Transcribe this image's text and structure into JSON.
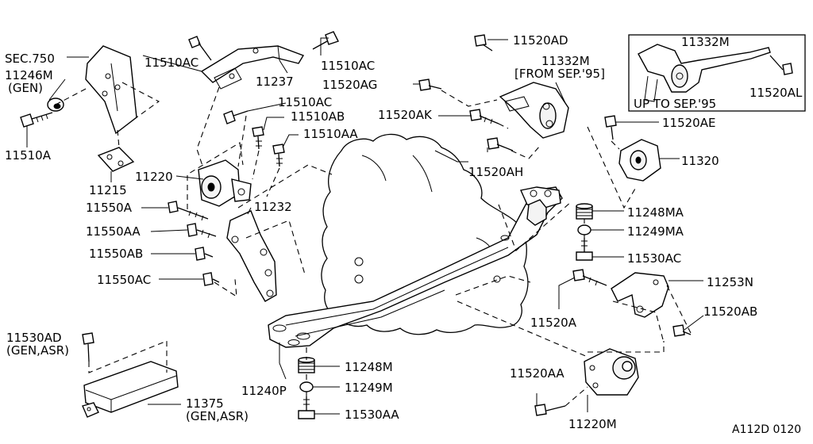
{
  "diagram": {
    "code": "A112D 0120",
    "labels": {
      "sec750": "SEC.750",
      "p11246m": "11246M",
      "gen1": "(GEN)",
      "p11510a": "11510A",
      "p11215": "11215",
      "p11510ac_a": "11510AC",
      "p11237": "11237",
      "p11510ac_b": "11510AC",
      "p11510ac_c": "11510AC",
      "p11510ab": "11510AB",
      "p11510aa": "11510AA",
      "p11220": "11220",
      "p11232": "11232",
      "p11550a": "11550A",
      "p11550aa": "11550AA",
      "p11550ab": "11550AB",
      "p11550ac": "11550AC",
      "p11520ad": "11520AD",
      "p11332m_a": "11332M",
      "from_sep95": "[FROM SEP.'95]",
      "p11520ag": "11520AG",
      "p11520ak": "11520AK",
      "p11520ah": "11520AH",
      "p11332m_b": "11332M",
      "p11520al": "11520AL",
      "up_to_sep95": "UP TO SEP.'95",
      "p11520ae": "11520AE",
      "p11320": "11320",
      "p11248ma": "11248MA",
      "p11249ma": "11249MA",
      "p11530ac": "11530AC",
      "p11253n": "11253N",
      "p11520ab": "11520AB",
      "p11520a": "11520A",
      "p11530ad": "11530AD",
      "gen_asr1": "(GEN,ASR)",
      "p11240p": "11240P",
      "p11248m": "11248M",
      "p11249m": "11249M",
      "p11530aa": "11530AA",
      "p11375": "11375",
      "gen_asr2": "(GEN,ASR)",
      "p11520aa": "11520AA",
      "p11220m": "11220M"
    }
  }
}
